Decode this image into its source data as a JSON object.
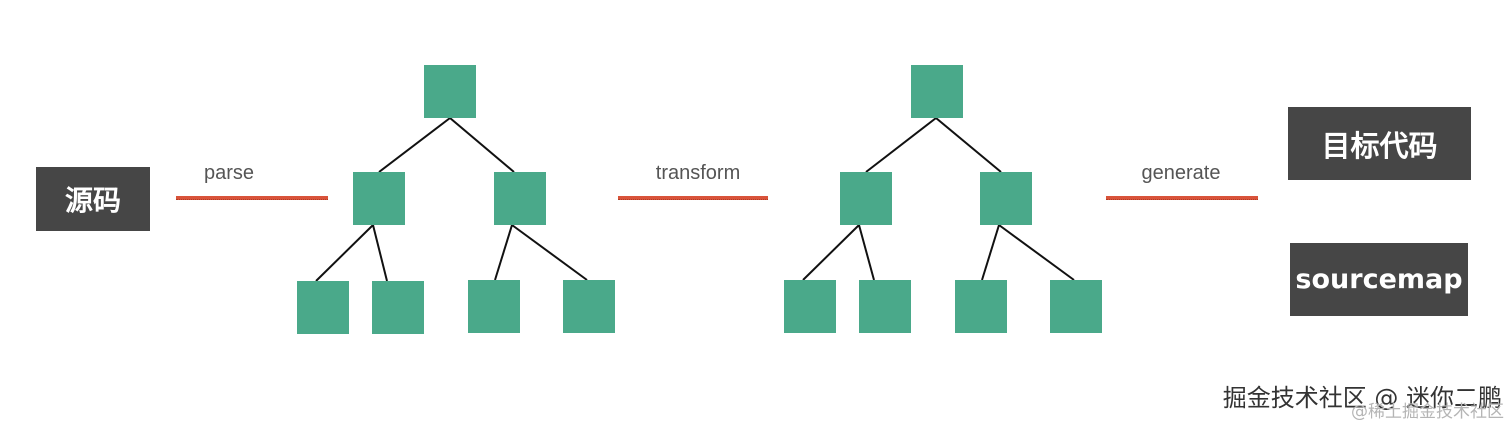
{
  "inputs": {
    "source_label": "源码"
  },
  "outputs": {
    "target_label": "目标代码",
    "sourcemap_label": "sourcemap"
  },
  "steps": {
    "parse": "parse",
    "transform": "transform",
    "generate": "generate"
  },
  "colors": {
    "node_fill": "#4aa98a",
    "box_fill": "#464646",
    "underline": "#d9533a",
    "edge": "#111111"
  },
  "watermark": {
    "main": "掘金技术社区 @ 迷你二鹏",
    "sub": "@稀土掘金技术社区"
  }
}
